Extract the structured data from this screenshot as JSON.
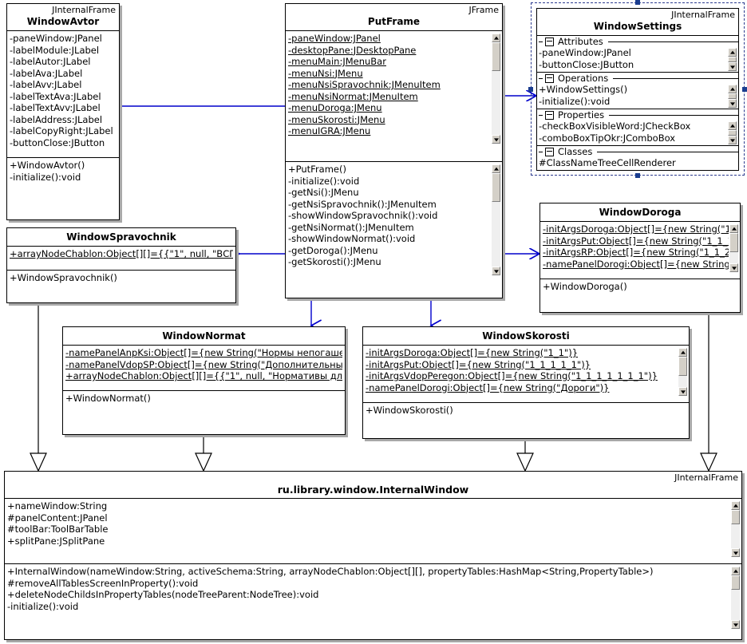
{
  "diagram": {
    "title": "UML class diagram",
    "colors": {
      "association": "#0000cc",
      "generalization": "#000000",
      "selection": "#1b3d8f",
      "box_fill": "#ffffff"
    }
  },
  "classes": {
    "window_avtor": {
      "stereotype": "JInternalFrame",
      "name": "WindowAvtor",
      "attributes": [
        "-paneWindow:JPanel",
        "-labelModule:JLabel",
        "-labelAutor:JLabel",
        "-labelAva:JLabel",
        "-labelAvv:JLabel",
        "-labelTextAva:JLabel",
        "-labelTextAvv:JLabel",
        "-labelAddress:JLabel",
        "-labelCopyRight:JLabel",
        "-buttonClose:JButton"
      ],
      "operations": [
        "+WindowAvtor()",
        "-initialize():void"
      ]
    },
    "put_frame": {
      "stereotype": "JFrame",
      "name": "PutFrame",
      "attributes": [
        "-paneWindow:JPanel",
        "-desktopPane:JDesktopPane",
        "-menuMain:JMenuBar",
        "-menuNsi:JMenu",
        "-menuNsiSpravochnik:JMenuItem",
        "-menuNsiNormat:JMenuItem",
        "-menuDoroga:JMenu",
        "-menuSkorosti:JMenu",
        "-menuIGRA:JMenu"
      ],
      "operations": [
        "+PutFrame()",
        "-initialize():void",
        "-getNsi():JMenu",
        "-getNsiSpravochnik():JMenuItem",
        "-showWindowSpravochnik():void",
        "-getNsiNormat():JMenuItem",
        "-showWindowNormat():void",
        "-getDoroga():JMenu",
        "-getSkorosti():JMenu"
      ]
    },
    "window_settings": {
      "stereotype": "JInternalFrame",
      "name": "WindowSettings",
      "selected": true,
      "groups": [
        {
          "label": "Attributes",
          "rows": [
            "-paneWindow:JPanel",
            "-buttonClose:JButton"
          ]
        },
        {
          "label": "Operations",
          "rows": [
            "+WindowSettings()",
            "-initialize():void"
          ]
        },
        {
          "label": "Properties",
          "rows": [
            "-checkBoxVisibleWord:JCheckBox",
            "-comboBoxTipOkr:JComboBox"
          ]
        },
        {
          "label": "Classes",
          "rows": [
            "#ClassNameTreeCellRenderer"
          ]
        }
      ]
    },
    "window_spravochnik": {
      "stereotype": "",
      "name": "WindowSpravochnik",
      "attributes": [
        "+arrayNodeChablon:Object[][]={{\"1\", null, \"ВСП\","
      ],
      "operations": [
        "+WindowSpravochnik()"
      ]
    },
    "window_doroga": {
      "stereotype": "",
      "name": "WindowDoroga",
      "attributes": [
        "-initArgsDoroga:Object[]={new String(\"1_",
        "-initArgsPut:Object[]={new String(\"1_1_1",
        "-initArgsRP:Object[]={new String(\"1_1_2_",
        "-namePanelDorogi:Object[]={new String(\""
      ],
      "operations": [
        "+WindowDoroga()"
      ]
    },
    "window_normat": {
      "stereotype": "",
      "name": "WindowNormat",
      "attributes": [
        "-namePanelAnpKsi:Object[]={new String(\"Нормы непогаше",
        "-namePanelVdopSP:Object[]={new String(\"Дополнительны",
        "+arrayNodeChablon:Object[][]={{\"1\", null, \"Нормативы дл"
      ],
      "operations": [
        "+WindowNormat()"
      ]
    },
    "window_skorosti": {
      "stereotype": "",
      "name": "WindowSkorosti",
      "attributes": [
        "-initArgsDoroga:Object[]={new String(\"1_1\")}",
        "-initArgsPut:Object[]={new String(\"1_1_1_1_1\")}",
        "-initArgsVdopPeregon:Object[]={new String(\"1_1_1_1_1_1_1\")}",
        "-namePanelDorogi:Object[]={new String(\"Дороги\")}"
      ],
      "operations": [
        "+WindowSkorosti()"
      ]
    },
    "internal_window": {
      "stereotype": "JInternalFrame",
      "name": "ru.library.window.InternalWindow",
      "attributes": [
        "+nameWindow:String",
        "#panelContent:JPanel",
        "#toolBar:ToolBarTable",
        "+splitPane:JSplitPane"
      ],
      "operations": [
        "+InternalWindow(nameWindow:String, activeSchema:String, arrayNodeChablon:Object[][], propertyTables:HashMap<String,PropertyTable>)",
        "#removeAllTablesScreenInProperty():void",
        "+deleteNodeChildsInPropertyTables(nodeTreeParent:NodeTree):void",
        "-initialize():void"
      ]
    }
  }
}
